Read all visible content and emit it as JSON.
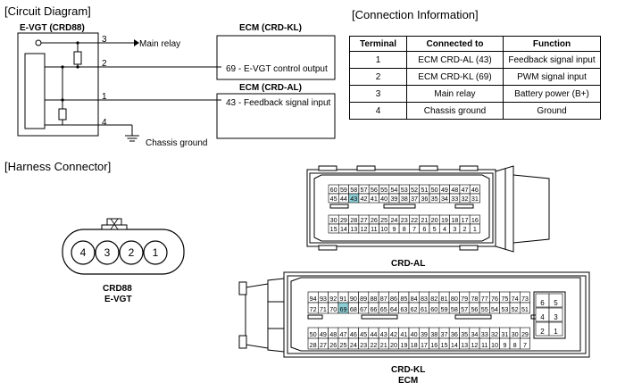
{
  "circuit": {
    "section_title": "[Circuit Diagram]",
    "component_label": "E-VGT (CRD88)",
    "ecm_kl_title": "ECM (CRD-KL)",
    "ecm_al_title": "ECM (CRD-AL)",
    "main_relay": "Main relay",
    "chassis_ground": "Chassis ground",
    "wires": [
      "3",
      "2",
      "1",
      "4"
    ],
    "kl_pin_text": "69 - E-VGT control output",
    "al_pin_text": "43 - Feedback signal input"
  },
  "connection": {
    "section_title": "[Connection Information]",
    "headers": [
      "Terminal",
      "Connected to",
      "Function"
    ],
    "rows": [
      [
        "1",
        "ECM CRD-AL (43)",
        "Feedback signal input"
      ],
      [
        "2",
        "ECM CRD-KL (69)",
        "PWM signal input"
      ],
      [
        "3",
        "Main relay",
        "Battery power (B+)"
      ],
      [
        "4",
        "Chassis ground",
        "Ground"
      ]
    ]
  },
  "harness": {
    "section_title": "[Harness Connector]",
    "crd88_pins": [
      "4",
      "3",
      "2",
      "1"
    ],
    "crd88_name": "CRD88",
    "crd88_sub": "E-VGT",
    "crd_al_name": "CRD-AL",
    "crd_kl_name": "CRD-KL",
    "crd_kl_sub": "ECM",
    "al_row1": [
      "60",
      "59",
      "58",
      "57",
      "56",
      "55",
      "54",
      "53",
      "52",
      "51",
      "50",
      "49",
      "48",
      "47",
      "46"
    ],
    "al_row2": [
      "45",
      "44",
      "43",
      "42",
      "41",
      "40",
      "39",
      "38",
      "37",
      "36",
      "35",
      "34",
      "33",
      "32",
      "31"
    ],
    "al_row3": [
      "30",
      "29",
      "28",
      "27",
      "26",
      "25",
      "24",
      "23",
      "22",
      "21",
      "20",
      "19",
      "18",
      "17",
      "16"
    ],
    "al_row4": [
      "15",
      "14",
      "13",
      "12",
      "11",
      "10",
      "9",
      "8",
      "7",
      "6",
      "5",
      "4",
      "3",
      "2",
      "1"
    ],
    "al_highlight": "43",
    "kl_row1": [
      "94",
      "93",
      "92",
      "91",
      "90",
      "89",
      "88",
      "87",
      "86",
      "85",
      "84",
      "83",
      "82",
      "81",
      "80",
      "79",
      "78",
      "77",
      "76",
      "75",
      "74",
      "73"
    ],
    "kl_row2": [
      "72",
      "71",
      "70",
      "69",
      "68",
      "67",
      "66",
      "65",
      "64",
      "63",
      "62",
      "61",
      "60",
      "59",
      "58",
      "57",
      "56",
      "55",
      "54",
      "53",
      "52",
      "51"
    ],
    "kl_row3": [
      "50",
      "49",
      "48",
      "47",
      "46",
      "45",
      "44",
      "43",
      "42",
      "41",
      "40",
      "39",
      "38",
      "37",
      "36",
      "35",
      "34",
      "33",
      "32",
      "31",
      "30",
      "29"
    ],
    "kl_row4": [
      "28",
      "27",
      "26",
      "25",
      "24",
      "23",
      "22",
      "21",
      "20",
      "19",
      "18",
      "17",
      "16",
      "15",
      "14",
      "13",
      "12",
      "11",
      "10",
      "9",
      "8",
      "7"
    ],
    "kl_highlight": "69",
    "kl_side": [
      "6",
      "5",
      "4",
      "3",
      "2",
      "1"
    ],
    "highlight_color": "#8ecfd6"
  }
}
